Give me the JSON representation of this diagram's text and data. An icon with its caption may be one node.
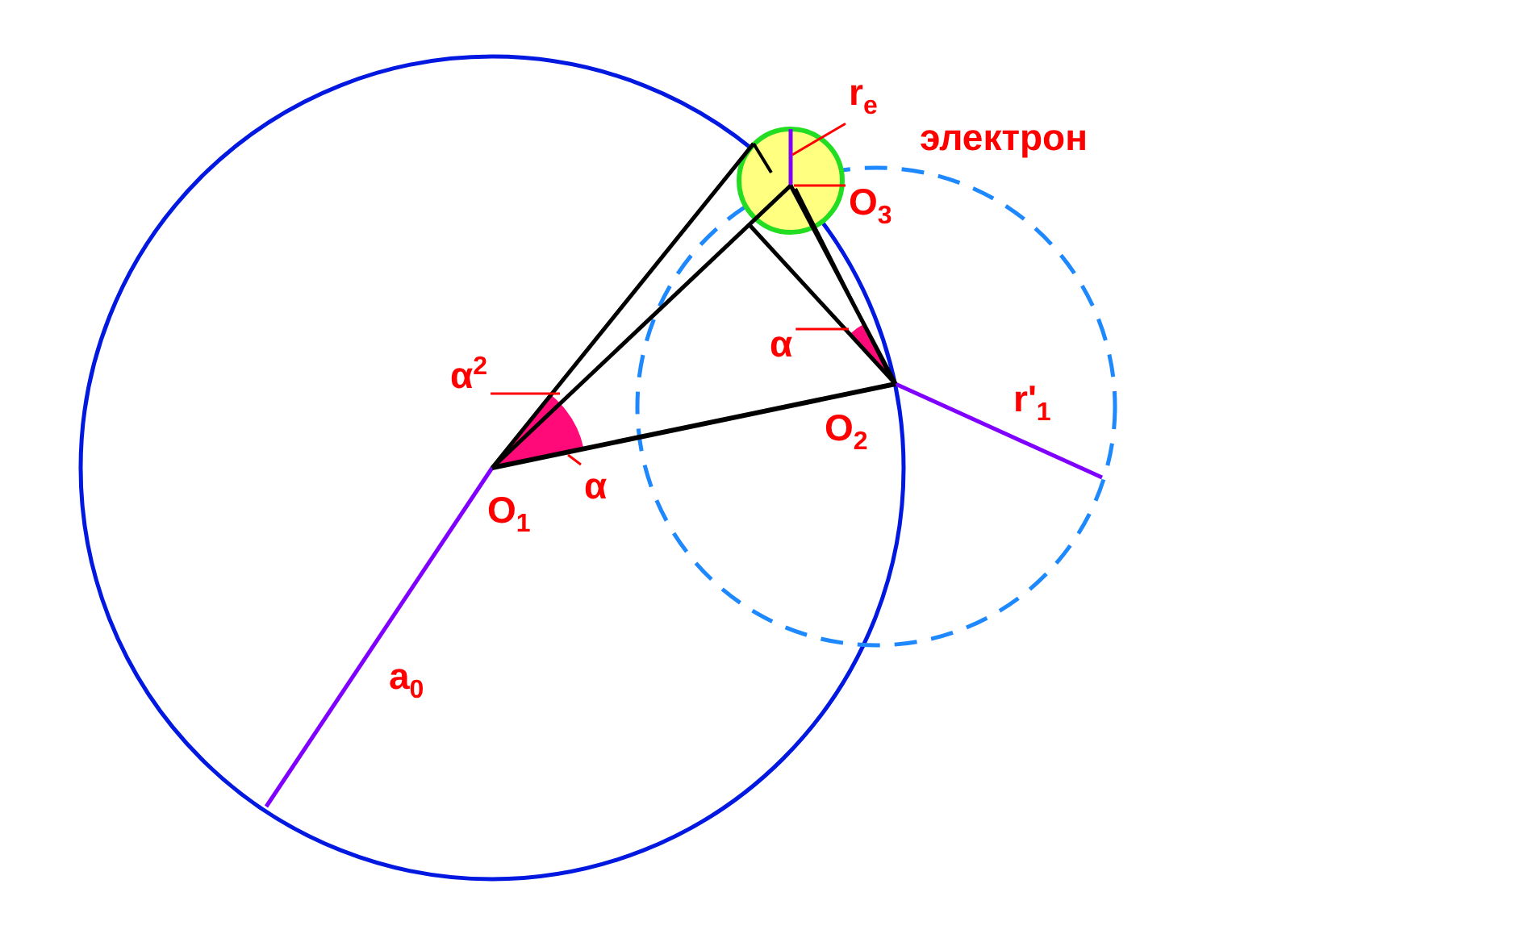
{
  "diagram": {
    "nodes": [
      {
        "text": [
          "r$_{e}$"
        ]
      },
      {
        "text": [
          "O$_{3}$"
        ]
      },
      {
        "text": [
          "α$^{2}$"
        ]
      },
      {
        "text": [
          "α"
        ]
      },
      {
        "text": [
          "α"
        ]
      },
      {
        "text": [],
        "shape": "sector"
      },
      {
        "text": [],
        "shape": "sector"
      },
      {
        "text": [],
        "shape": "sector"
      }
    ],
    "edges": [
      {
        "from": 0,
        "to": null,
        "arrow": "none"
      },
      {
        "from": 1,
        "to": null,
        "arrow": "none"
      },
      {
        "from": 2,
        "to": 5,
        "arrow": "none"
      },
      {
        "from": 3,
        "to": 6,
        "arrow": "none"
      },
      {
        "from": 4,
        "to": 7,
        "arrow": "none"
      }
    ],
    "labels": [
      "электрон",
      "O$_{1}$",
      "O$_{2}$",
      "r'$_{1}$",
      "a$_{0}$"
    ]
  }
}
